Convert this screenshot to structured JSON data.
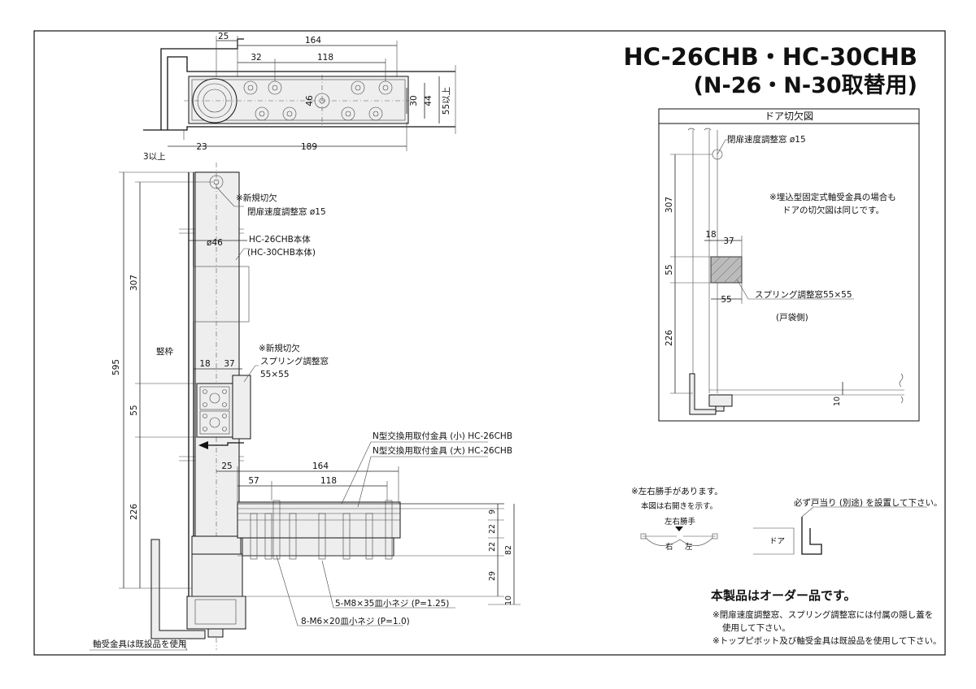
{
  "title": {
    "line1": "HC-26CHB・HC-30CHB",
    "line2": "(N-26・N-30取替用)"
  },
  "top_view": {
    "dims": {
      "d25": "25",
      "d164": "164",
      "d32": "32",
      "d118": "118",
      "d46": "46",
      "d30": "30",
      "d44": "44",
      "d55": "55以上",
      "d3": "3以上",
      "d23": "23",
      "d189": "189"
    }
  },
  "front_view": {
    "labels": {
      "new_cut_1": "※新規切欠",
      "speed_window": "閉扉速度調整窓 ø15",
      "body_26": "HC-26CHB本体",
      "body_30": "(HC-30CHB本体)",
      "d46": "ø46",
      "frame": "竪枠",
      "new_cut_2": "※新規切欠",
      "spring_window": "スプリング調整窓",
      "spring_size": "55×55",
      "bracket_small": "N型交換用取付金具 (小)  HC-26CHB",
      "bracket_large": "N型交換用取付金具 (大)  HC-26CHB",
      "screw_m8": "5-M8×35皿小ネジ (P=1.25)",
      "screw_m6": "8-M6×20皿小ネジ (P=1.0)",
      "bearing": "軸受金具は既設品を使用"
    },
    "dims": {
      "d595": "595",
      "d307": "307",
      "d55": "55",
      "d226": "226",
      "d18": "18",
      "d37": "37",
      "d25": "25",
      "d164": "164",
      "d57": "57",
      "d118": "118",
      "d9": "9",
      "d22a": "22",
      "d22b": "22",
      "d29": "29",
      "d82": "82",
      "d10": "10"
    }
  },
  "door_cut": {
    "title": "ドア切欠図",
    "speed_window": "閉扉速度調整窓 ø15",
    "note_line1": "※埋込型固定式軸受金具の場合も",
    "note_line2": "ドアの切欠図は同じです。",
    "spring_window": "スプリング調整窓55×55",
    "side": "(戸袋側)",
    "dims": {
      "d307": "307",
      "d18": "18",
      "d37": "37",
      "d55v": "55",
      "d55h": "55",
      "d226": "226",
      "d10": "10"
    }
  },
  "hand_note": {
    "line1": "※左右勝手があります。",
    "line2": "本図は右開きを示す。",
    "caption": "左右勝手",
    "right": "右",
    "left": "左"
  },
  "stop_note": {
    "text": "必ず戸当り (別途) を設置して下さい。",
    "door": "ドア"
  },
  "order_notes": {
    "headline": "本製品はオーダー品です。",
    "line1": "※閉扉速度調整窓、スプリング調整窓には付属の隠し蓋を",
    "line2": "使用して下さい。",
    "line3": "※トップピボット及び軸受金具は既設品を使用して下さい。"
  }
}
